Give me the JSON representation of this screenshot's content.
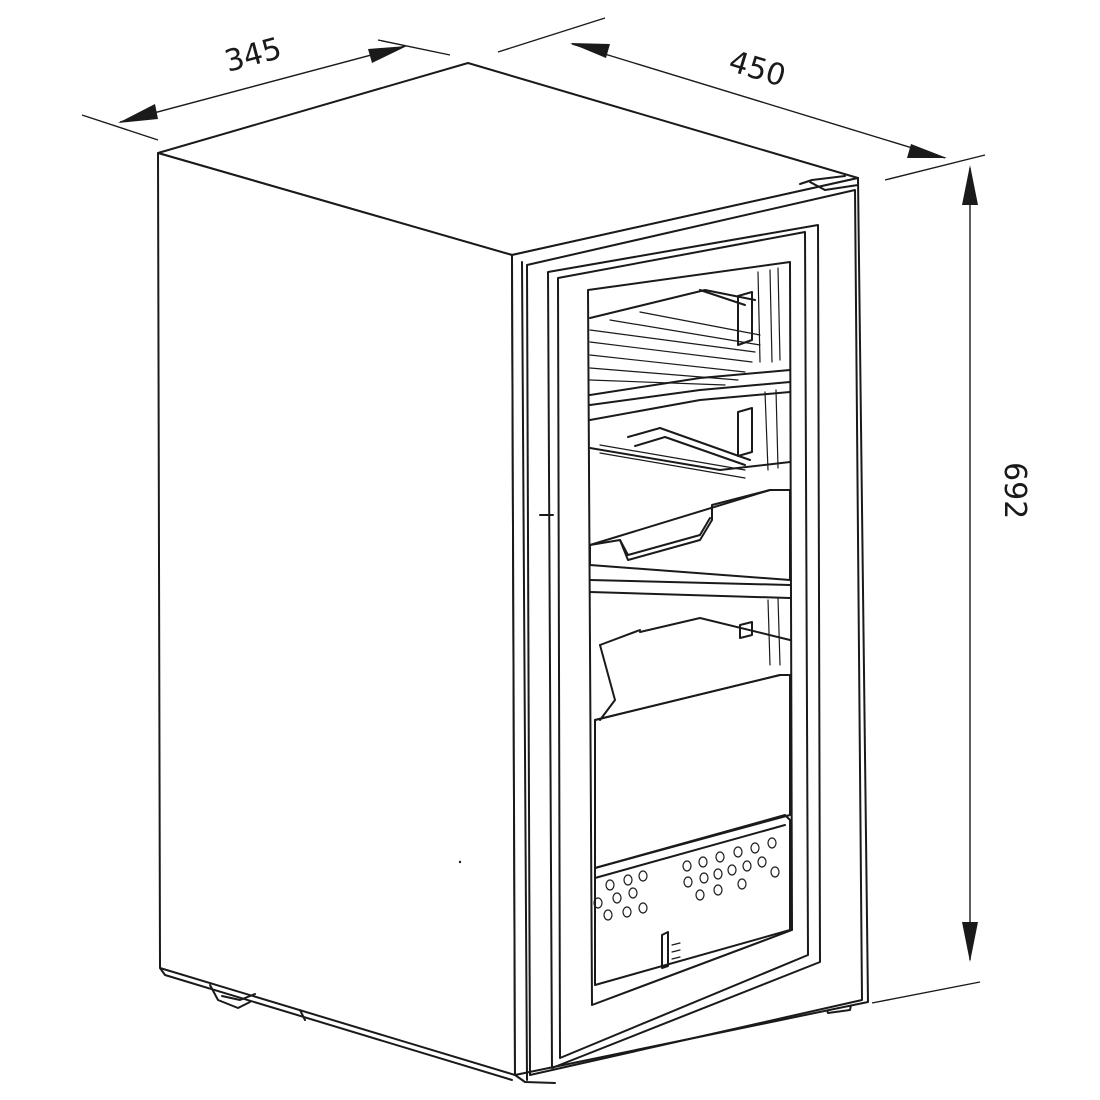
{
  "dimensions": {
    "depth": "345",
    "width": "450",
    "height": "692"
  },
  "colors": {
    "line": "#1a1a1a",
    "background": "#ffffff"
  }
}
